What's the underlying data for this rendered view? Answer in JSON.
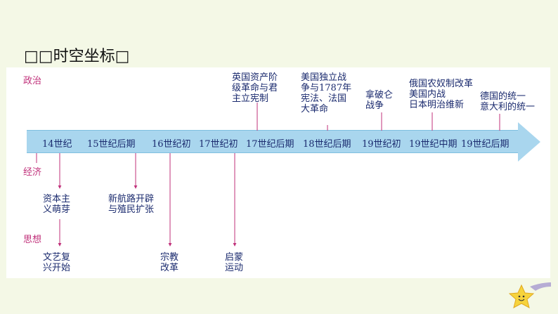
{
  "title": "□□时空坐标□",
  "categories": {
    "politics": "政治",
    "economy": "经济",
    "thought": "思想"
  },
  "ticks": [
    "14世纪",
    "15世纪后期",
    "16世纪初",
    "17世纪初",
    "17世纪后期",
    "18世纪后期",
    "19世纪初",
    "19世纪中期",
    "19世纪后期"
  ],
  "politics_events": [
    {
      "lines": [
        "英国资产阶",
        "级革命与君",
        "主立宪制"
      ]
    },
    {
      "lines": [
        "美国独立战",
        "争与1787年",
        "宪法、法国",
        "大革命"
      ]
    },
    {
      "lines": [
        "拿破仑",
        "战争"
      ]
    },
    {
      "lines": [
        "俄国农奴制改革",
        "美国内战",
        "日本明治维新"
      ]
    },
    {
      "lines": [
        "德国的统一",
        "意大利的统一"
      ]
    }
  ],
  "economy_events": [
    {
      "lines": [
        "资本主",
        "义萌芽"
      ]
    },
    {
      "lines": [
        "新航路开辟",
        "与殖民扩张"
      ]
    }
  ],
  "thought_events": [
    {
      "lines": [
        "文艺复",
        "兴开始"
      ]
    },
    {
      "lines": [
        "宗教",
        "改革"
      ]
    },
    {
      "lines": [
        "启蒙",
        "运动"
      ]
    }
  ],
  "colors": {
    "accent": "#c0307a",
    "text": "#1a2a6e",
    "bar": "#a9d6ee"
  }
}
